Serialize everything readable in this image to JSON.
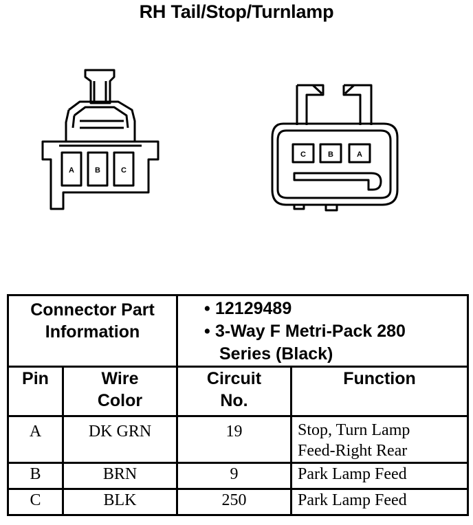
{
  "title": "RH Tail/Stop/Turnlamp",
  "connector_left": {
    "pins": [
      "A",
      "B",
      "C"
    ]
  },
  "connector_right": {
    "pins": [
      "C",
      "B",
      "A"
    ]
  },
  "table": {
    "part_info_label_line1": "Connector Part",
    "part_info_label_line2": "Information",
    "part_number": "12129489",
    "part_desc_line1": "3-Way F Metri-Pack 280",
    "part_desc_line2": "Series (Black)",
    "headers": {
      "pin": "Pin",
      "wire_color_line1": "Wire",
      "wire_color_line2": "Color",
      "circuit_line1": "Circuit",
      "circuit_line2": "No.",
      "function": "Function"
    },
    "rows": [
      {
        "pin": "A",
        "wire_color": "DK GRN",
        "circuit": "19",
        "function_line1": "Stop, Turn Lamp",
        "function_line2": "Feed-Right Rear"
      },
      {
        "pin": "B",
        "wire_color": "BRN",
        "circuit": "9",
        "function_line1": "Park Lamp Feed",
        "function_line2": ""
      },
      {
        "pin": "C",
        "wire_color": "BLK",
        "circuit": "250",
        "function_line1": "Park Lamp Feed",
        "function_line2": ""
      }
    ]
  }
}
